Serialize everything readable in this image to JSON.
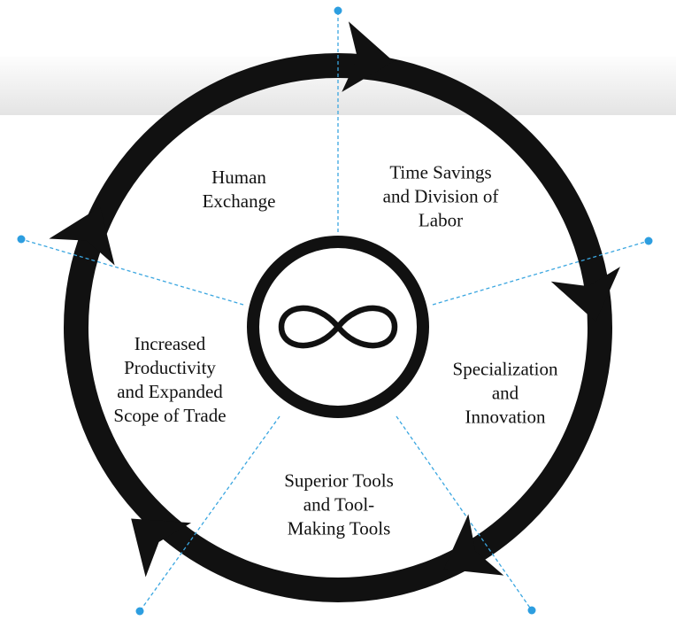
{
  "diagram": {
    "center_icon": "infinity-icon",
    "colors": {
      "ring": "#111111",
      "divider": "#3aa6e0",
      "band_top": "#fdfdfd",
      "band_bottom": "#e4e4e4",
      "text": "#111111"
    },
    "segments": [
      {
        "id": "human-exchange",
        "label": "Human\nExchange"
      },
      {
        "id": "time-savings",
        "label": "Time Savings\nand Division of\nLabor"
      },
      {
        "id": "specialization",
        "label": "Specialization\nand\nInnovation"
      },
      {
        "id": "superior-tools",
        "label": "Superior Tools\nand Tool-\nMaking Tools"
      },
      {
        "id": "increased-productivity",
        "label": "Increased\nProductivity\nand Expanded\nScope of Trade"
      }
    ]
  }
}
